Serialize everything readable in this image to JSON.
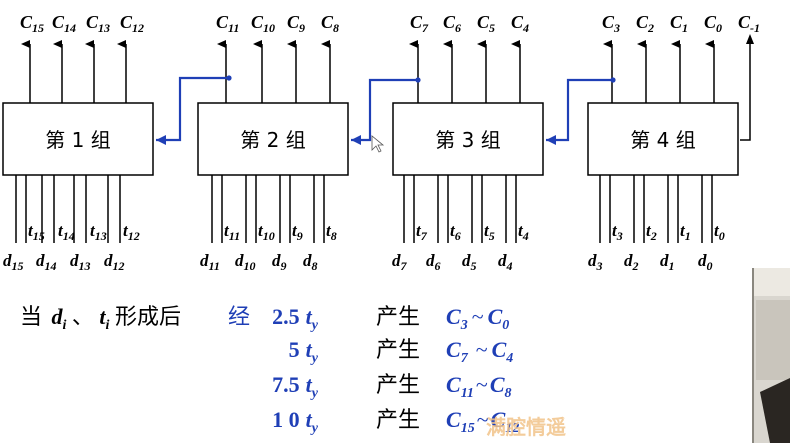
{
  "groups": [
    {
      "label": "第 1 组",
      "outputs": [
        "15",
        "14",
        "13",
        "12"
      ],
      "t_inputs": [
        "15",
        "14",
        "13",
        "12"
      ],
      "d_inputs": [
        "15",
        "14",
        "13",
        "12"
      ]
    },
    {
      "label": "第 2 组",
      "outputs": [
        "11",
        "10",
        "9",
        "8"
      ],
      "t_inputs": [
        "11",
        "10",
        "9",
        "8"
      ],
      "d_inputs": [
        "11",
        "10",
        "9",
        "8"
      ]
    },
    {
      "label": "第 3 组",
      "outputs": [
        "7",
        "6",
        "5",
        "4"
      ],
      "t_inputs": [
        "7",
        "6",
        "5",
        "4"
      ],
      "d_inputs": [
        "7",
        "6",
        "5",
        "4"
      ]
    },
    {
      "label": "第 4 组",
      "outputs": [
        "3",
        "2",
        "1",
        "0"
      ],
      "t_inputs": [
        "3",
        "2",
        "1",
        "0"
      ],
      "d_inputs": [
        "3",
        "2",
        "1",
        "0"
      ]
    }
  ],
  "carry_in": "-1",
  "annotation": {
    "prefix": "当",
    "d_sub": "i",
    "sep": "、",
    "t_sub": "i",
    "suffix": "形成后",
    "via": "经",
    "produce": "产生",
    "unit_sub": "y",
    "rows": [
      {
        "time": "2.5",
        "from": "3",
        "to": "0"
      },
      {
        "time": "5",
        "from": "7",
        "to": "4"
      },
      {
        "time": "7.5",
        "from": "11",
        "to": "8"
      },
      {
        "time": "1 0",
        "from": "15",
        "to": "12"
      }
    ]
  },
  "watermark": "满腔情遥",
  "colors": {
    "carry": "#1f3fb6",
    "line": "#000000"
  }
}
